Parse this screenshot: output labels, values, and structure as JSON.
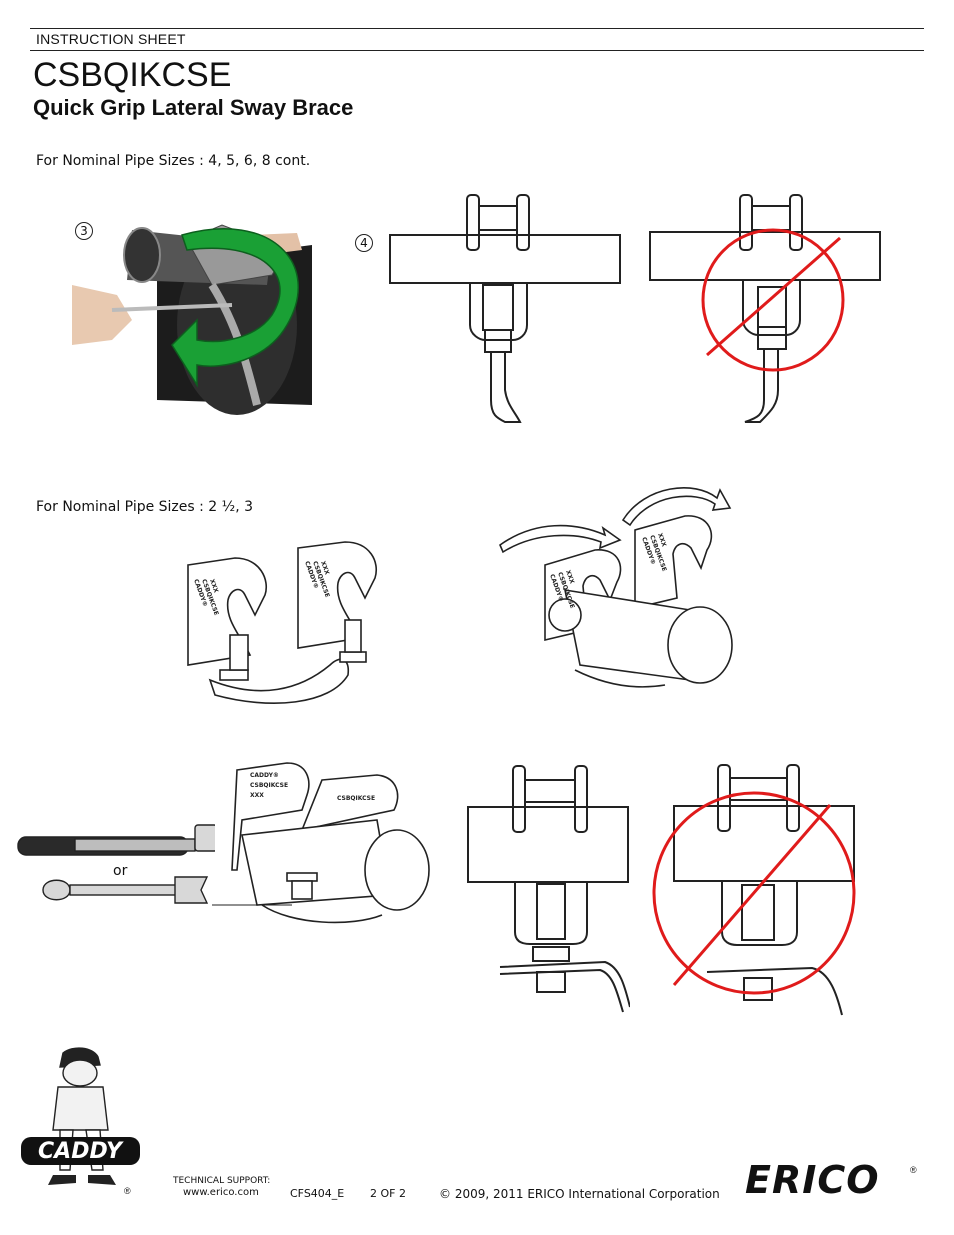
{
  "header": {
    "sheet_label": "INSTRUCTION SHEET",
    "product_code": "CSBQIKCSE",
    "product_name": "Quick Grip Lateral Sway Brace"
  },
  "section1": {
    "heading": "For Nominal Pipe Sizes : 4, 5, 6, 8 cont.",
    "step3": "3",
    "step4": "4"
  },
  "section2": {
    "heading": "For Nominal Pipe Sizes : 2 ½, 3",
    "part_mark_1": "CADDY®",
    "part_mark_2": "CSBQIKCSE",
    "part_mark_3": "XXX",
    "or_label": "or"
  },
  "footer": {
    "brand_left": "CADDY",
    "reg_mark": "®",
    "tech_label": "TECHNICAL SUPPORT:",
    "tech_url": "www.erico.com",
    "doc_code": "CFS404_E",
    "page": "2 OF 2",
    "copyright": "© 2009, 2011 ERICO International Corporation",
    "brand_right": "ERICO"
  },
  "colors": {
    "arrow_green": "#1aa035",
    "prohibit_red": "#e01b1b",
    "pipe_dark": "#2a2a2a"
  }
}
